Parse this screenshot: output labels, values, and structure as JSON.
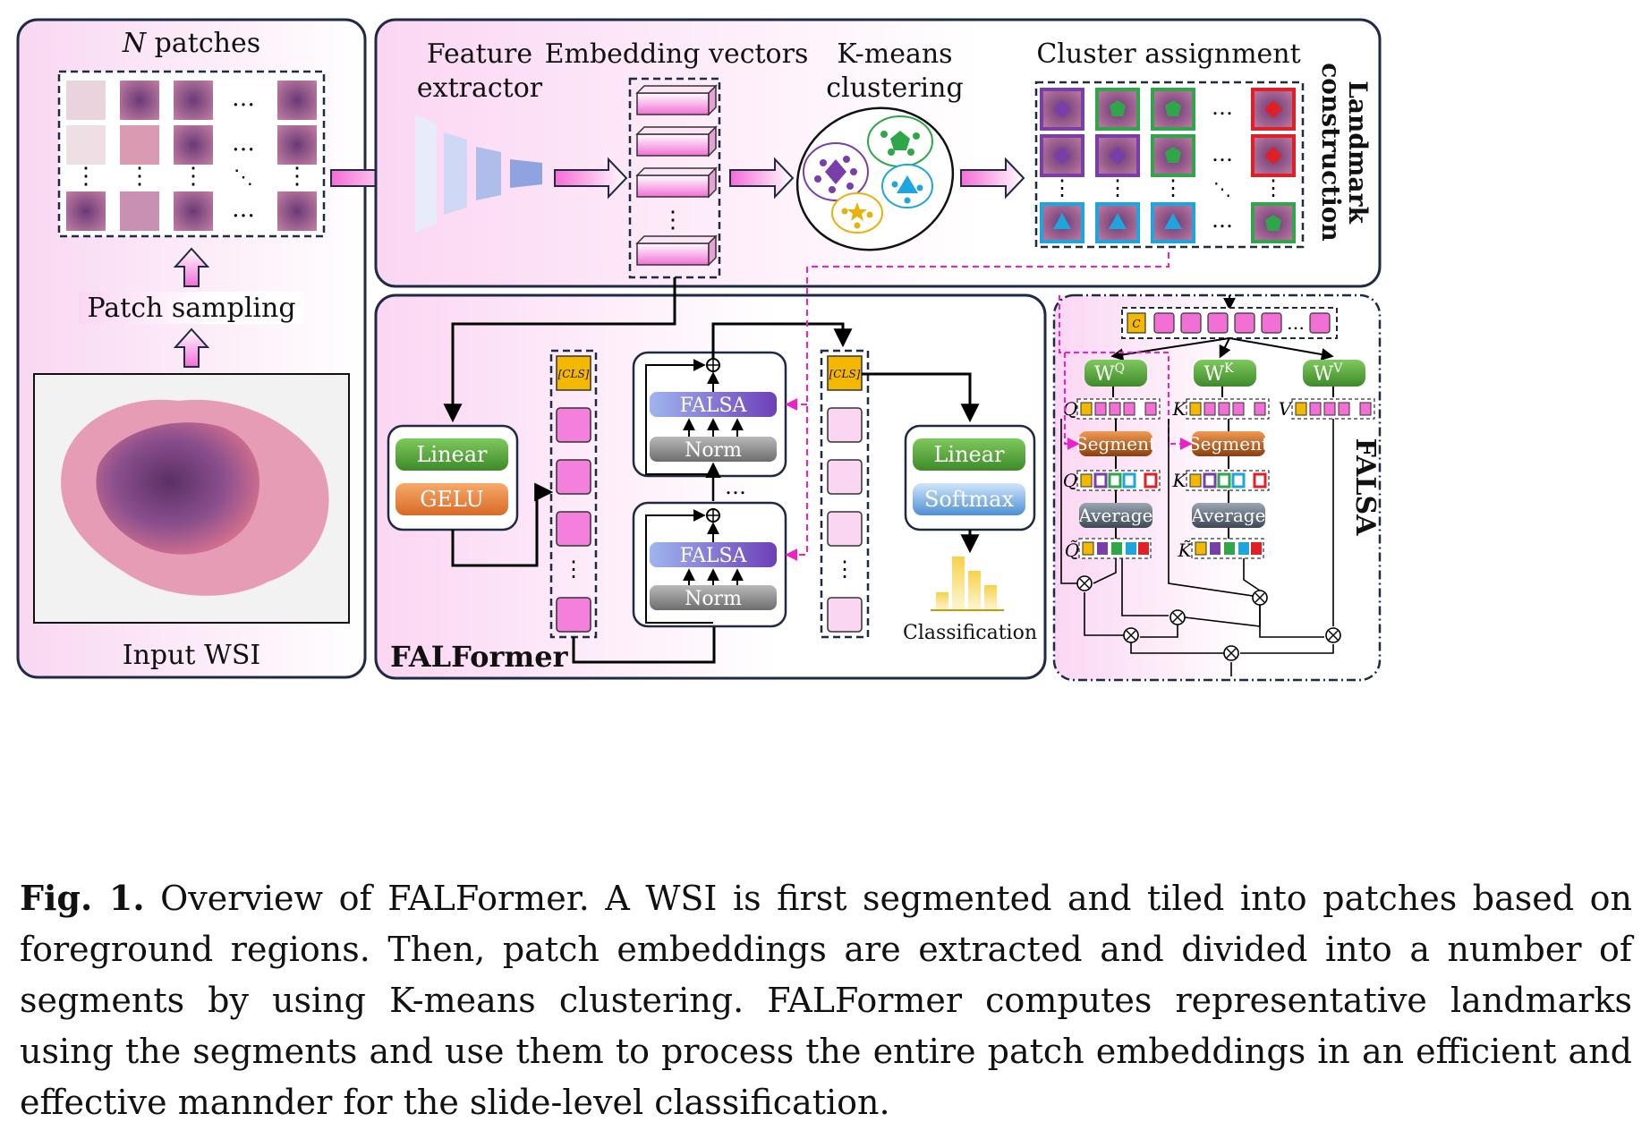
{
  "left_panel": {
    "title_italic": "N",
    "title": " patches",
    "patch_sampling": "Patch sampling",
    "input_wsi": "Input WSI"
  },
  "landmark": {
    "feature_extractor_1": "Feature",
    "feature_extractor_2": "extractor",
    "embedding_vectors": "Embedding vectors",
    "kmeans_1": "K-means",
    "kmeans_2": "clustering",
    "cluster_assignment": "Cluster assignment",
    "side_label_1": "Landmark",
    "side_label_2": "construction"
  },
  "falformer": {
    "title": "FALFormer",
    "linear": "Linear",
    "gelu": "GELU",
    "cls": "[CLS]",
    "falsa": "FALSA",
    "norm": "Norm",
    "linear2": "Linear",
    "softmax": "Softmax",
    "classification": "Classification"
  },
  "falsa_panel": {
    "title": "FALSA",
    "token_c": "C",
    "wq": "W",
    "wq_sup": "Q",
    "wk": "W",
    "wk_sup": "K",
    "wv": "W",
    "wv_sup": "V",
    "q": "Q",
    "k": "K",
    "v": "V",
    "segment": "Segment",
    "average": "Average",
    "q_tilde": "Q̃",
    "k_tilde": "K̃"
  },
  "caption": {
    "label": "Fig. 1.",
    "text": " Overview of FALFormer. A WSI is first segmented and tiled into patches based on foreground regions. Then, patch embeddings are extracted and divided into a number of segments by using K-means clustering. FALFormer computes representative landmarks using the segments and use them to process the entire patch embeddings in an efficient and effective mannder for the slide-level classification."
  },
  "colors": {
    "panel_border": "#1f2a44",
    "pink": "#f7b8ea",
    "magenta": "#f06fd8",
    "cls_yellow": "#f5b800",
    "green": "#5aa93e",
    "orange": "#e9823f",
    "falsa_purple": "#7d6fd0",
    "norm_gray": "#8b8b8b",
    "segment_brown": "#9a4a12",
    "average_slate": "#4d5a6a",
    "dashed_pink": "#f020c8"
  }
}
